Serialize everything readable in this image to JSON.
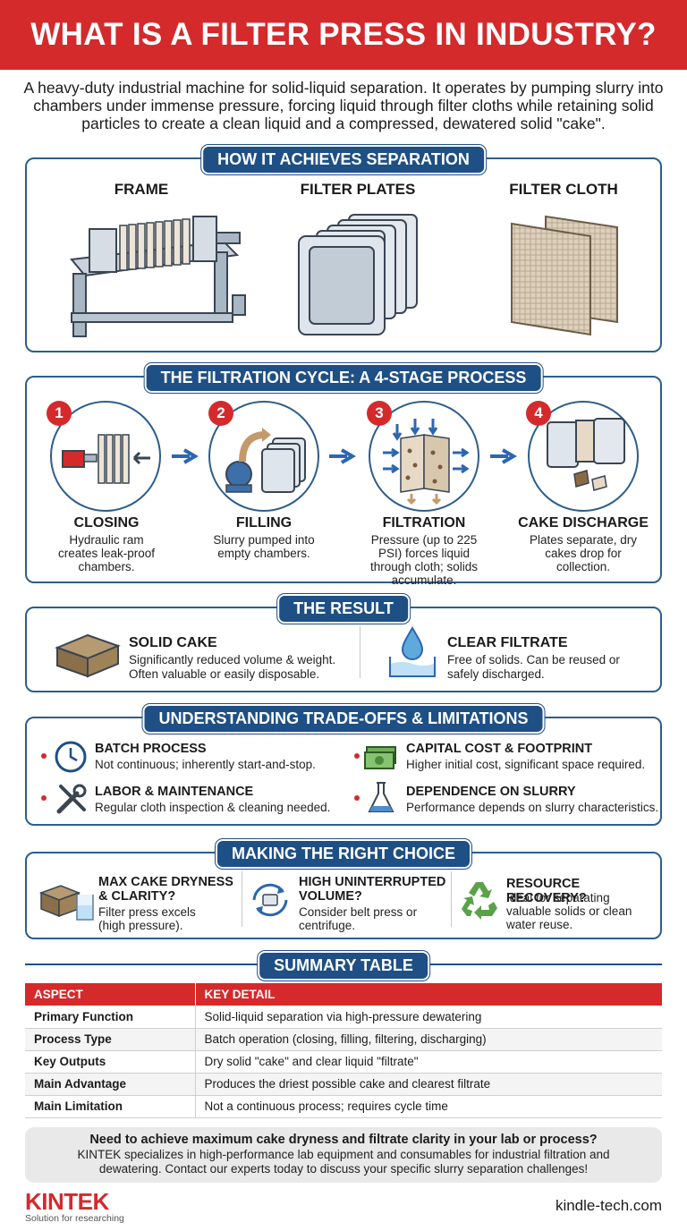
{
  "title": "WHAT IS A FILTER PRESS IN INDUSTRY?",
  "intro": "A heavy-duty industrial machine for solid-liquid separation. It operates by pumping slurry into chambers under immense pressure, forcing liquid through filter cloths while retaining solid particles to create a clean liquid and a compressed, dewatered solid \"cake\".",
  "separation": {
    "heading": "HOW IT ACHIEVES SEPARATION",
    "components": [
      {
        "label": "FRAME",
        "icon": "filter-press-frame-icon"
      },
      {
        "label": "FILTER PLATES",
        "icon": "filter-plates-icon"
      },
      {
        "label": "FILTER CLOTH",
        "icon": "filter-cloth-icon"
      }
    ]
  },
  "cycle": {
    "heading": "THE FILTRATION CYCLE: A 4-STAGE PROCESS",
    "stages": [
      {
        "num": "1",
        "title": "CLOSING",
        "desc": "Hydraulic ram creates leak-proof chambers.",
        "icon": "hydraulic-ram-icon"
      },
      {
        "num": "2",
        "title": "FILLING",
        "desc": "Slurry pumped into empty chambers.",
        "icon": "pump-icon"
      },
      {
        "num": "3",
        "title": "FILTRATION",
        "desc": "Pressure (up to 225 PSI) forces liquid through cloth; solids accumulate.",
        "icon": "filtration-icon"
      },
      {
        "num": "4",
        "title": "CAKE DISCHARGE",
        "desc": "Plates separate, dry cakes drop for collection.",
        "icon": "cake-discharge-icon"
      }
    ]
  },
  "result": {
    "heading": "THE RESULT",
    "items": [
      {
        "title": "SOLID CAKE",
        "desc": "Significantly reduced volume & weight. Often valuable or easily disposable.",
        "icon": "solid-cake-icon"
      },
      {
        "title": "CLEAR FILTRATE",
        "desc": "Free of solids. Can be reused or safely discharged.",
        "icon": "water-drop-icon"
      }
    ]
  },
  "tradeoffs": {
    "heading": "UNDERSTANDING TRADE-OFFS & LIMITATIONS",
    "items": [
      {
        "title": "BATCH PROCESS",
        "desc": "Not continuous; inherently start-and-stop.",
        "icon": "clock-icon"
      },
      {
        "title": "CAPITAL COST & FOOTPRINT",
        "desc": "Higher initial cost, significant space required.",
        "icon": "money-icon"
      },
      {
        "title": "LABOR & MAINTENANCE",
        "desc": "Regular cloth inspection & cleaning needed.",
        "icon": "tools-icon"
      },
      {
        "title": "DEPENDENCE ON SLURRY",
        "desc": "Performance depends on slurry characteristics.",
        "icon": "flask-icon"
      }
    ]
  },
  "choice": {
    "heading": "MAKING THE RIGHT CHOICE",
    "items": [
      {
        "title": "MAX CAKE DRYNESS & CLARITY?",
        "desc": "Filter press excels (high pressure).",
        "icon": "cake-and-beaker-icon"
      },
      {
        "title": "HIGH UNINTERRUPTED VOLUME?",
        "desc": "Consider belt press or centrifuge.",
        "icon": "continuous-cycle-icon"
      },
      {
        "title": "RESOURCE RECOVERY?",
        "desc": "Ideal for separating valuable solids or clean water reuse.",
        "icon": "recycle-icon"
      }
    ]
  },
  "summary": {
    "heading": "SUMMARY TABLE",
    "columns": [
      "ASPECT",
      "KEY DETAIL"
    ],
    "rows": [
      [
        "Primary Function",
        "Solid-liquid separation via high-pressure dewatering"
      ],
      [
        "Process Type",
        "Batch operation (closing, filling, filtering, discharging)"
      ],
      [
        "Key Outputs",
        "Dry solid \"cake\" and clear liquid \"filtrate\""
      ],
      [
        "Main Advantage",
        "Produces the driest possible cake and clearest filtrate"
      ],
      [
        "Main Limitation",
        "Not a continuous process; requires cycle time"
      ]
    ]
  },
  "cta": {
    "question": "Need to achieve maximum cake dryness and filtrate clarity in your lab or process?",
    "text": "KINTEK specializes in high-performance lab equipment and consumables for industrial filtration and dewatering. Contact our experts today to discuss your specific slurry separation challenges!"
  },
  "footer": {
    "brand": "KINTEK",
    "tagline": "Solution for researching",
    "site": "kindle-tech.com"
  },
  "colors": {
    "accent": "#d42a2c",
    "navy": "#1e4f85",
    "border": "#2c5e8f"
  }
}
